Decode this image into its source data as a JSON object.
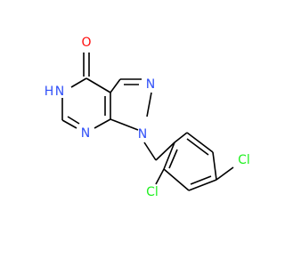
{
  "molecule": {
    "atoms": {
      "O": {
        "label": "O",
        "color": "#ff0d0d"
      },
      "N5": {
        "label": "N",
        "color": "#3050f8"
      },
      "H5": {
        "label": "H",
        "color": "#3050f8"
      },
      "N2": {
        "label": "N",
        "color": "#3050f8"
      },
      "N7": {
        "label": "N",
        "color": "#3050f8"
      },
      "N1": {
        "label": "N",
        "color": "#3050f8"
      },
      "Cl_top": {
        "label": "Cl",
        "color": "#1ff01f"
      },
      "Cl_bottom": {
        "label": "Cl",
        "color": "#1ff01f"
      }
    },
    "bond_color": "#000000"
  }
}
